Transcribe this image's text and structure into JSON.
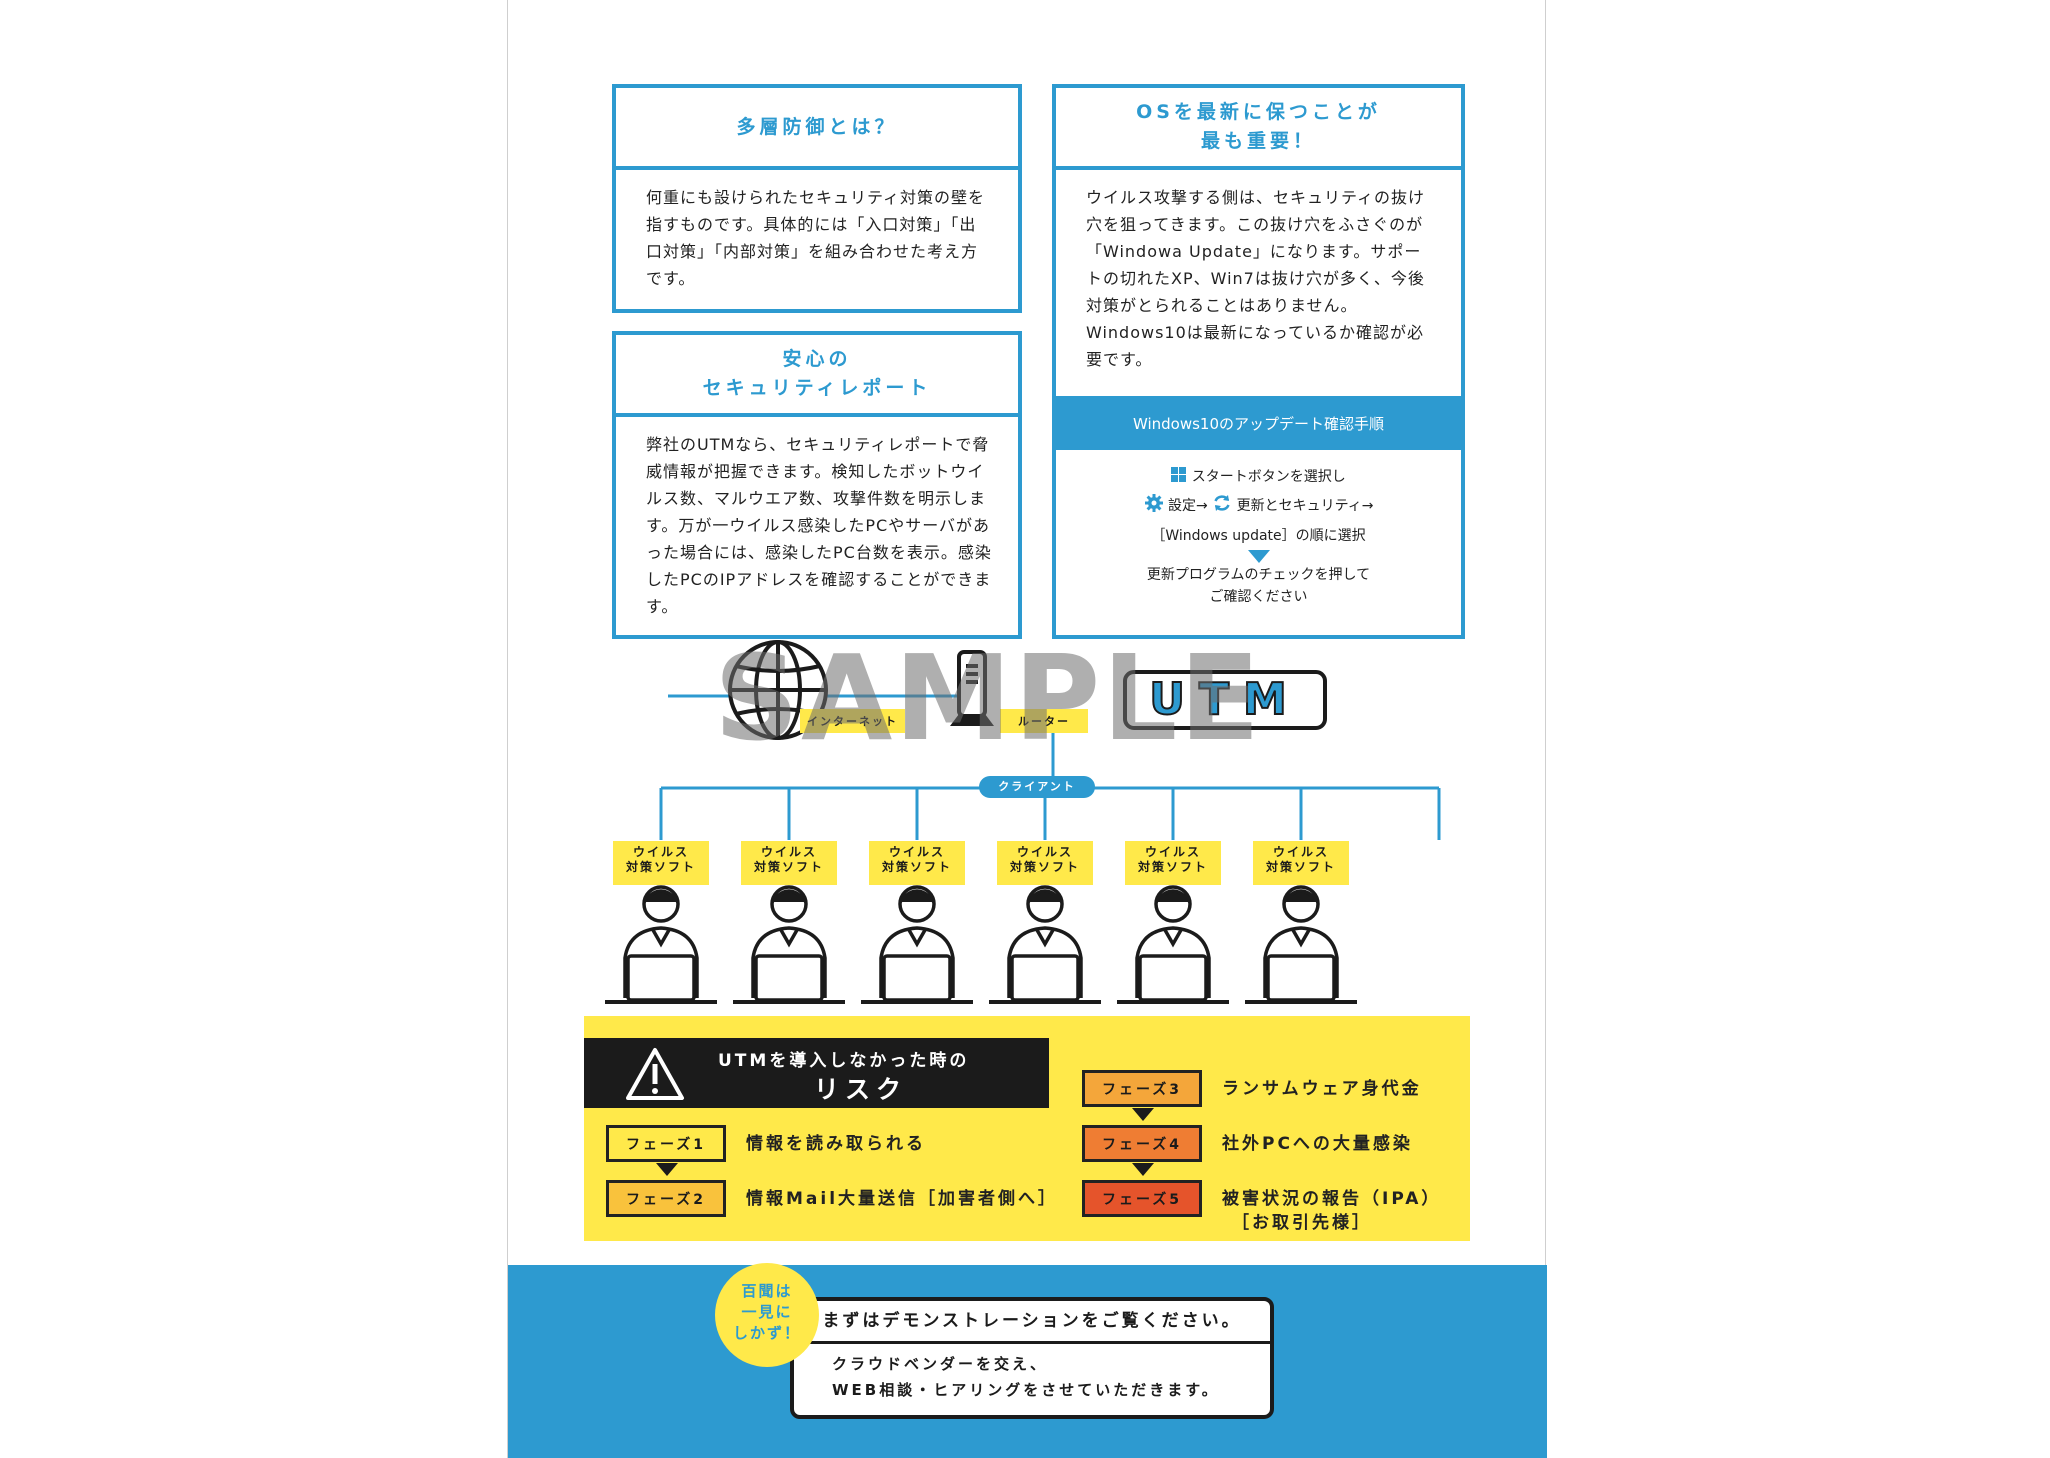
{
  "box1": {
    "title": "多層防御とは？",
    "body": "何重にも設けられたセキュリティ対策の壁を指すものです。具体的には「入口対策」「出口対策」「内部対策」を組み合わせた考え方です。"
  },
  "box2": {
    "title_line1": "安心の",
    "title_line2": "セキュリティレポート",
    "body": "弊社のUTMなら、セキュリティレポートで脅威情報が把握できます。検知したボットウイルス数、マルウエア数、攻撃件数を明示します。万が一ウイルス感染したPCやサーバがあった場合には、感染したPC台数を表示。感染したPCのIPアドレスを確認することができます。"
  },
  "box3": {
    "title_line1": "OSを最新に保つことが",
    "title_line2": "最も重要！",
    "body": "ウイルス攻撃する側は、セキュリティの抜け穴を狙ってきます。この抜け穴をふさぐのが「Windowa Update」になります。サポートの切れたXP、Win7は抜け穴が多く、今後対策がとられることはありません。Windows10は最新になっているか確認が必要です。",
    "bar_label": "Windows10のアップデート確認手順",
    "step1": "スタートボタンを選択し",
    "step2a": "設定→",
    "step2b": "更新とセキュリティ→",
    "step3": "［Windows update］の順に選択",
    "step4_line1": "更新プログラムのチェックを押して",
    "step4_line2": "ご確認ください"
  },
  "network": {
    "internet_label": "インターネット",
    "router_label": "ルーター",
    "utm_label": "UTM",
    "client_label": "クライアント",
    "antivirus_line1": "ウイルス",
    "antivirus_line2": "対策ソフト",
    "watermark": "SAMPLE"
  },
  "risk": {
    "header_line1": "UTMを導入しなかった時の",
    "header_line2": "リスク",
    "phases": [
      {
        "label": "フェーズ1",
        "text": "情報を読み取られる",
        "color": "#ffe94a"
      },
      {
        "label": "フェーズ2",
        "text": "情報Mail大量送信［加害者側へ］",
        "color": "#f9c23c"
      },
      {
        "label": "フェーズ3",
        "text": "ランサムウェア身代金",
        "color": "#f4a63a"
      },
      {
        "label": "フェーズ4",
        "text": "社外PCへの大量感染",
        "color": "#ef7d33"
      },
      {
        "label": "フェーズ5",
        "text": "被害状況の報告（IPA）",
        "text2": "［お取引先様］",
        "color": "#e5542b"
      }
    ]
  },
  "footer": {
    "bubble_line1": "百聞は",
    "bubble_line2": "一見に",
    "bubble_line3": "しかず！",
    "headline": "まずはデモンストレーションをご覧ください。",
    "body_line1": "クラウドベンダーを交え、",
    "body_line2": "WEB相談・ヒアリングをさせていただきます。"
  },
  "colors": {
    "accent": "#2d9ad0",
    "yellow": "#ffe94a",
    "dark": "#1b1b1b"
  }
}
